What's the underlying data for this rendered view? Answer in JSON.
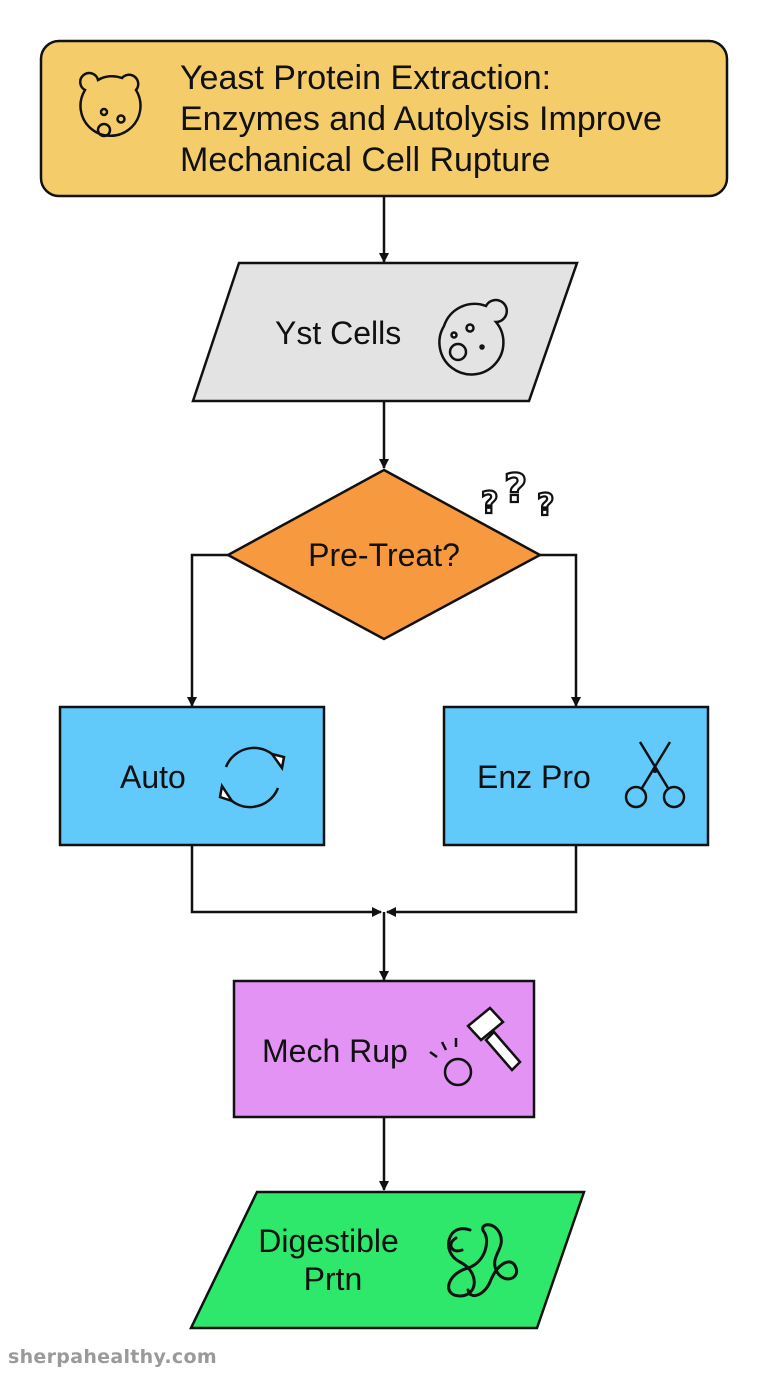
{
  "title": {
    "lines": [
      "Yeast Protein Extraction:",
      "Enzymes and Autolysis Improve",
      "Mechanical Cell Rupture"
    ],
    "icon": "yeast-cell-icon"
  },
  "nodes": {
    "input": {
      "label": "Yst Cells",
      "icon": "budding-yeast-icon",
      "color": "#e3e3e3"
    },
    "decision": {
      "label": "Pre-Treat?",
      "icon": "question-marks-icon",
      "color": "#f79a3f"
    },
    "autolysis": {
      "label": "Auto",
      "icon": "cycle-arrows-icon",
      "color": "#62c9fb"
    },
    "enzyme": {
      "label": "Enz Pro",
      "icon": "scissors-icon",
      "color": "#62c9fb"
    },
    "mechanical": {
      "label": "Mech Rup",
      "icon": "hammer-icon",
      "color": "#e293f4"
    },
    "output": {
      "lines": [
        "Digestible",
        "Prtn"
      ],
      "icon": "protein-chain-icon",
      "color": "#2ee86b"
    }
  },
  "title_color": "#f4cd6a",
  "watermark": "sherpahealthy.com"
}
